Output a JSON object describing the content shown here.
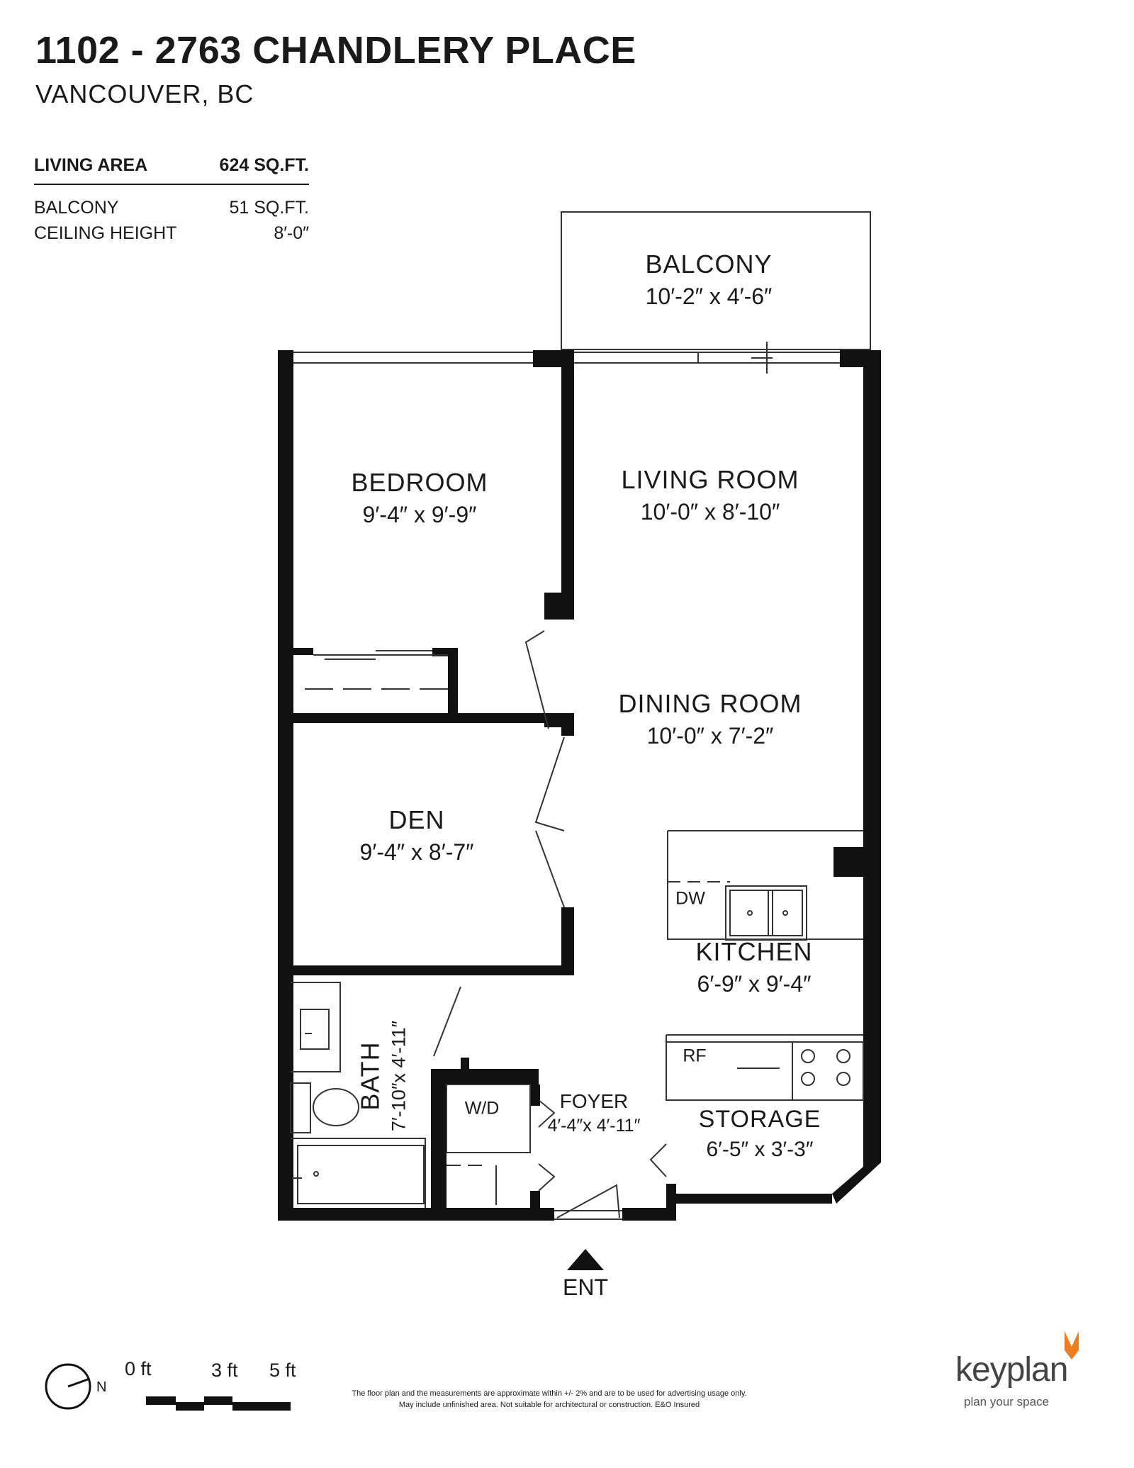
{
  "header": {
    "title": "1102 - 2763 CHANDLERY PLACE",
    "location": "VANCOUVER, BC"
  },
  "summary": {
    "living_area_label": "LIVING AREA",
    "living_area_value": "624 SQ.FT.",
    "balcony_label": "BALCONY",
    "balcony_value": "51 SQ.FT.",
    "ceiling_label": "CEILING HEIGHT",
    "ceiling_value": "8′-0″"
  },
  "rooms": {
    "balcony": {
      "name": "BALCONY",
      "dims": "10′-2″  x  4′-6″"
    },
    "bedroom": {
      "name": "BEDROOM",
      "dims": "9′-4″  x  9′-9″"
    },
    "living": {
      "name": "LIVING ROOM",
      "dims": "10′-0″  x  8′-10″"
    },
    "dining": {
      "name": "DINING ROOM",
      "dims": "10′-0″  x  7′-2″"
    },
    "den": {
      "name": "DEN",
      "dims": "9′-4″  x  8′-7″"
    },
    "kitchen": {
      "name": "KITCHEN",
      "dims": "6′-9″  x  9′-4″"
    },
    "bath": {
      "name": "BATH",
      "dims": "7′-10″x 4′-11″"
    },
    "foyer": {
      "name": "FOYER",
      "dims": "4′-4″x 4′-11″"
    },
    "storage": {
      "name": "STORAGE",
      "dims": "6′-5″ x 3′-3″"
    }
  },
  "appliances": {
    "dishwasher": "DW",
    "fridge": "RF",
    "washer_dryer": "W/D"
  },
  "entrance": "ENT",
  "scale": {
    "labels": [
      "0 ft",
      "3 ft",
      "5 ft"
    ],
    "compass": "N"
  },
  "disclaimer": {
    "line1": "The floor plan and the measurements are approximate within +/- 2% and are to be used for advertising usage only.",
    "line2": "May include unfinished area. Not suitable for architectural or construction. E&O Insured"
  },
  "brand": {
    "name": "keyplan",
    "tagline": "plan your space",
    "accent_color": "#f07d1e"
  }
}
